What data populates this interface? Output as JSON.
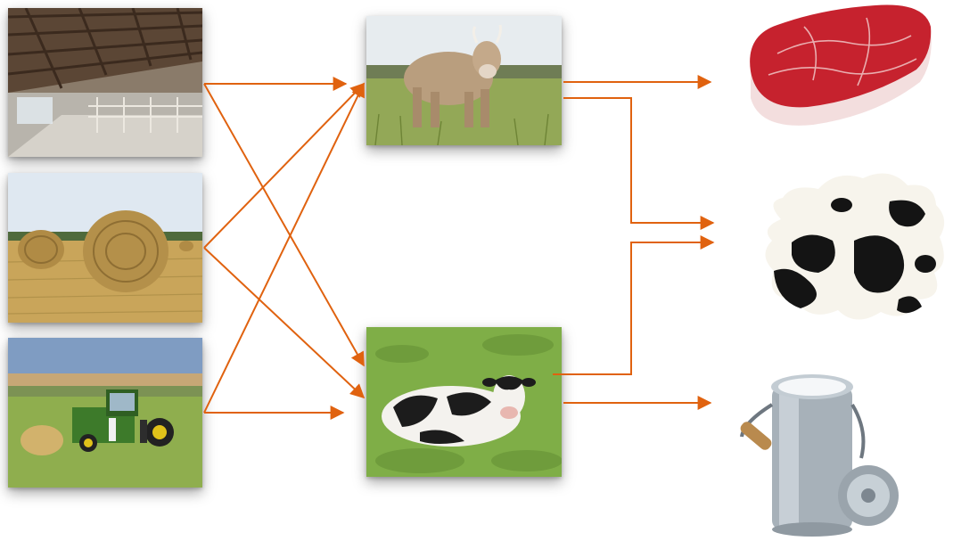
{
  "colors": {
    "arrow": "#e0620f",
    "sky": "#dfe8f1",
    "grass": "#7fa54a",
    "straw": "#c9a55a",
    "meat": "#c6222e",
    "metal": "#aeb7bf"
  },
  "inputs": [
    {
      "id": "barn",
      "icon": "barn-photo"
    },
    {
      "id": "hay",
      "icon": "hay-bales-photo"
    },
    {
      "id": "tractor",
      "icon": "tractor-photo"
    }
  ],
  "animals": [
    {
      "id": "brown-cow",
      "icon": "brown-cow-photo"
    },
    {
      "id": "holstein-cow",
      "icon": "black-white-cow-photo"
    }
  ],
  "products": [
    {
      "id": "meat",
      "icon": "steak-icon"
    },
    {
      "id": "hide",
      "icon": "cowhide-icon"
    },
    {
      "id": "milk",
      "icon": "milk-can-icon"
    }
  ],
  "flows": [
    {
      "from": "barn",
      "to": "brown-cow"
    },
    {
      "from": "barn",
      "to": "holstein-cow"
    },
    {
      "from": "hay",
      "to": "brown-cow"
    },
    {
      "from": "hay",
      "to": "holstein-cow"
    },
    {
      "from": "tractor",
      "to": "brown-cow"
    },
    {
      "from": "tractor",
      "to": "holstein-cow"
    },
    {
      "from": "brown-cow",
      "to": "meat"
    },
    {
      "from": "brown-cow",
      "to": "hide"
    },
    {
      "from": "holstein-cow",
      "to": "hide"
    },
    {
      "from": "holstein-cow",
      "to": "milk"
    }
  ]
}
